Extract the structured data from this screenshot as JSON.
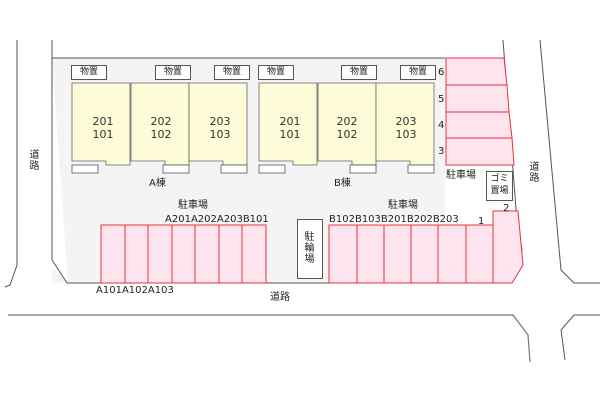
{
  "roads": {
    "left": "道路",
    "right": "道路",
    "bottom": "道路"
  },
  "buildings": [
    {
      "name": "A棟",
      "units": [
        {
          "upper": "201",
          "lower": "101"
        },
        {
          "upper": "202",
          "lower": "102"
        },
        {
          "upper": "203",
          "lower": "103"
        }
      ]
    },
    {
      "name": "B棟",
      "units": [
        {
          "upper": "201",
          "lower": "101"
        },
        {
          "upper": "202",
          "lower": "102"
        },
        {
          "upper": "203",
          "lower": "103"
        }
      ]
    }
  ],
  "storage_label": "物置",
  "parking_label": "駐車場",
  "bicycle_parking": "駐輪場",
  "garbage": "ゴミ置場",
  "parking": {
    "west_lot": {
      "top_labels": [
        "A201",
        "A202",
        "A203",
        "B101"
      ],
      "bottom_labels": [
        "A101",
        "A102",
        "A103"
      ]
    },
    "south_lot": {
      "labels": [
        "B102",
        "B103",
        "B201",
        "B202",
        "B203",
        "1",
        "2"
      ]
    },
    "east_lot": {
      "labels": [
        "6",
        "5",
        "4",
        "3"
      ]
    }
  },
  "colors": {
    "building_fill": "#fdfbd8",
    "parking_fill": "#fde4ee",
    "parking_stroke": "#e8323c",
    "site_fill": "#f4f4f4",
    "line": "#444444"
  }
}
